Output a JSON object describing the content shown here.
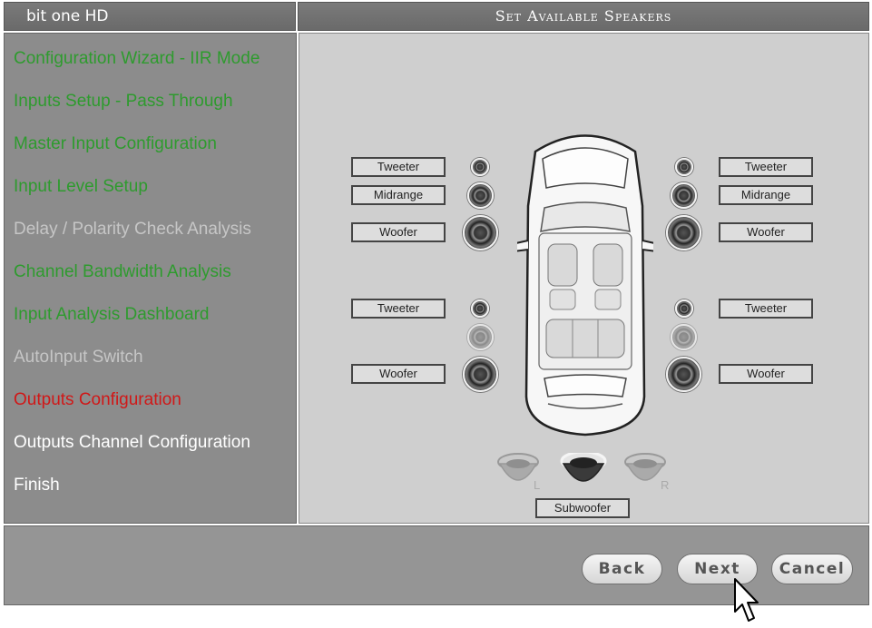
{
  "app": {
    "name": "bit one HD",
    "page_title": "Set Available Speakers"
  },
  "steps": [
    {
      "label": "Configuration Wizard - IIR Mode",
      "state": "done"
    },
    {
      "label": "Inputs Setup - Pass Through",
      "state": "done"
    },
    {
      "label": "Master Input Configuration",
      "state": "done"
    },
    {
      "label": "Input Level Setup",
      "state": "done"
    },
    {
      "label": "Delay / Polarity Check Analysis",
      "state": "disabled"
    },
    {
      "label": "Channel Bandwidth Analysis",
      "state": "done"
    },
    {
      "label": "Input Analysis Dashboard",
      "state": "done"
    },
    {
      "label": "AutoInput Switch",
      "state": "disabled"
    },
    {
      "label": "Outputs Configuration",
      "state": "current"
    },
    {
      "label": "Outputs Channel Configuration",
      "state": "pending"
    },
    {
      "label": "Finish",
      "state": "pending"
    }
  ],
  "speakers": {
    "front_left": {
      "tweeter": "Tweeter",
      "midrange": "Midrange",
      "woofer": "Woofer"
    },
    "front_right": {
      "tweeter": "Tweeter",
      "midrange": "Midrange",
      "woofer": "Woofer"
    },
    "rear_left": {
      "tweeter": "Tweeter",
      "woofer": "Woofer"
    },
    "rear_right": {
      "tweeter": "Tweeter",
      "woofer": "Woofer"
    },
    "subwoofer": {
      "label": "Subwoofer",
      "left_mark": "L",
      "right_mark": "R"
    }
  },
  "buttons": {
    "back": "Back",
    "next": "Next",
    "cancel": "Cancel"
  },
  "colors": {
    "done": "#2e9b2e",
    "current": "#d01818",
    "disabled": "#c6c6c6",
    "pending": "#ffffff"
  },
  "icons": {
    "cursor": "mouse-pointer-icon",
    "car": "car-topview-icon",
    "speaker": "speaker-icon",
    "subwoofer": "subwoofer-icon"
  }
}
